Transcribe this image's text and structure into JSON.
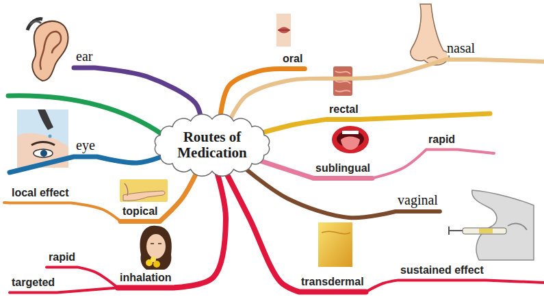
{
  "diagram": {
    "nodes": [
      {
        "text": [
          "Routes of Medication"
        ]
      },
      {
        "text": [
          "ear"
        ]
      },
      {
        "text": [
          "oral"
        ]
      },
      {
        "text": [
          "nasal"
        ]
      },
      {
        "text": [
          "eye"
        ]
      },
      {
        "text": [
          "rectal"
        ]
      },
      {
        "text": [
          "sublingual"
        ]
      },
      {
        "text": [
          "rapid"
        ]
      },
      {
        "text": [
          "local effect"
        ]
      },
      {
        "text": [
          "topical"
        ]
      },
      {
        "text": [
          "vaginal"
        ]
      },
      {
        "text": [
          "inhalation"
        ]
      },
      {
        "text": [
          "rapid"
        ]
      },
      {
        "text": [
          "targeted"
        ]
      },
      {
        "text": [
          "transdermal"
        ]
      },
      {
        "text": [
          "sustained effect"
        ]
      }
    ],
    "edges": [
      {
        "from": 0,
        "to": 1,
        "arrow": "none"
      },
      {
        "from": 0,
        "to": 2,
        "arrow": "none"
      },
      {
        "from": 0,
        "to": 3,
        "arrow": "none"
      },
      {
        "from": 0,
        "to": 4,
        "arrow": "none"
      },
      {
        "from": 0,
        "to": 5,
        "arrow": "none"
      },
      {
        "from": 0,
        "to": 6,
        "arrow": "none"
      },
      {
        "from": 6,
        "to": 7,
        "arrow": "none"
      },
      {
        "from": 0,
        "to": 9,
        "arrow": "none"
      },
      {
        "from": 9,
        "to": 8,
        "arrow": "none"
      },
      {
        "from": 0,
        "to": 10,
        "arrow": "none"
      },
      {
        "from": 0,
        "to": 11,
        "arrow": "none"
      },
      {
        "from": 11,
        "to": 12,
        "arrow": "none"
      },
      {
        "from": 11,
        "to": 13,
        "arrow": "none"
      },
      {
        "from": 0,
        "to": 14,
        "arrow": "none"
      },
      {
        "from": 14,
        "to": 15,
        "arrow": "none"
      }
    ]
  }
}
